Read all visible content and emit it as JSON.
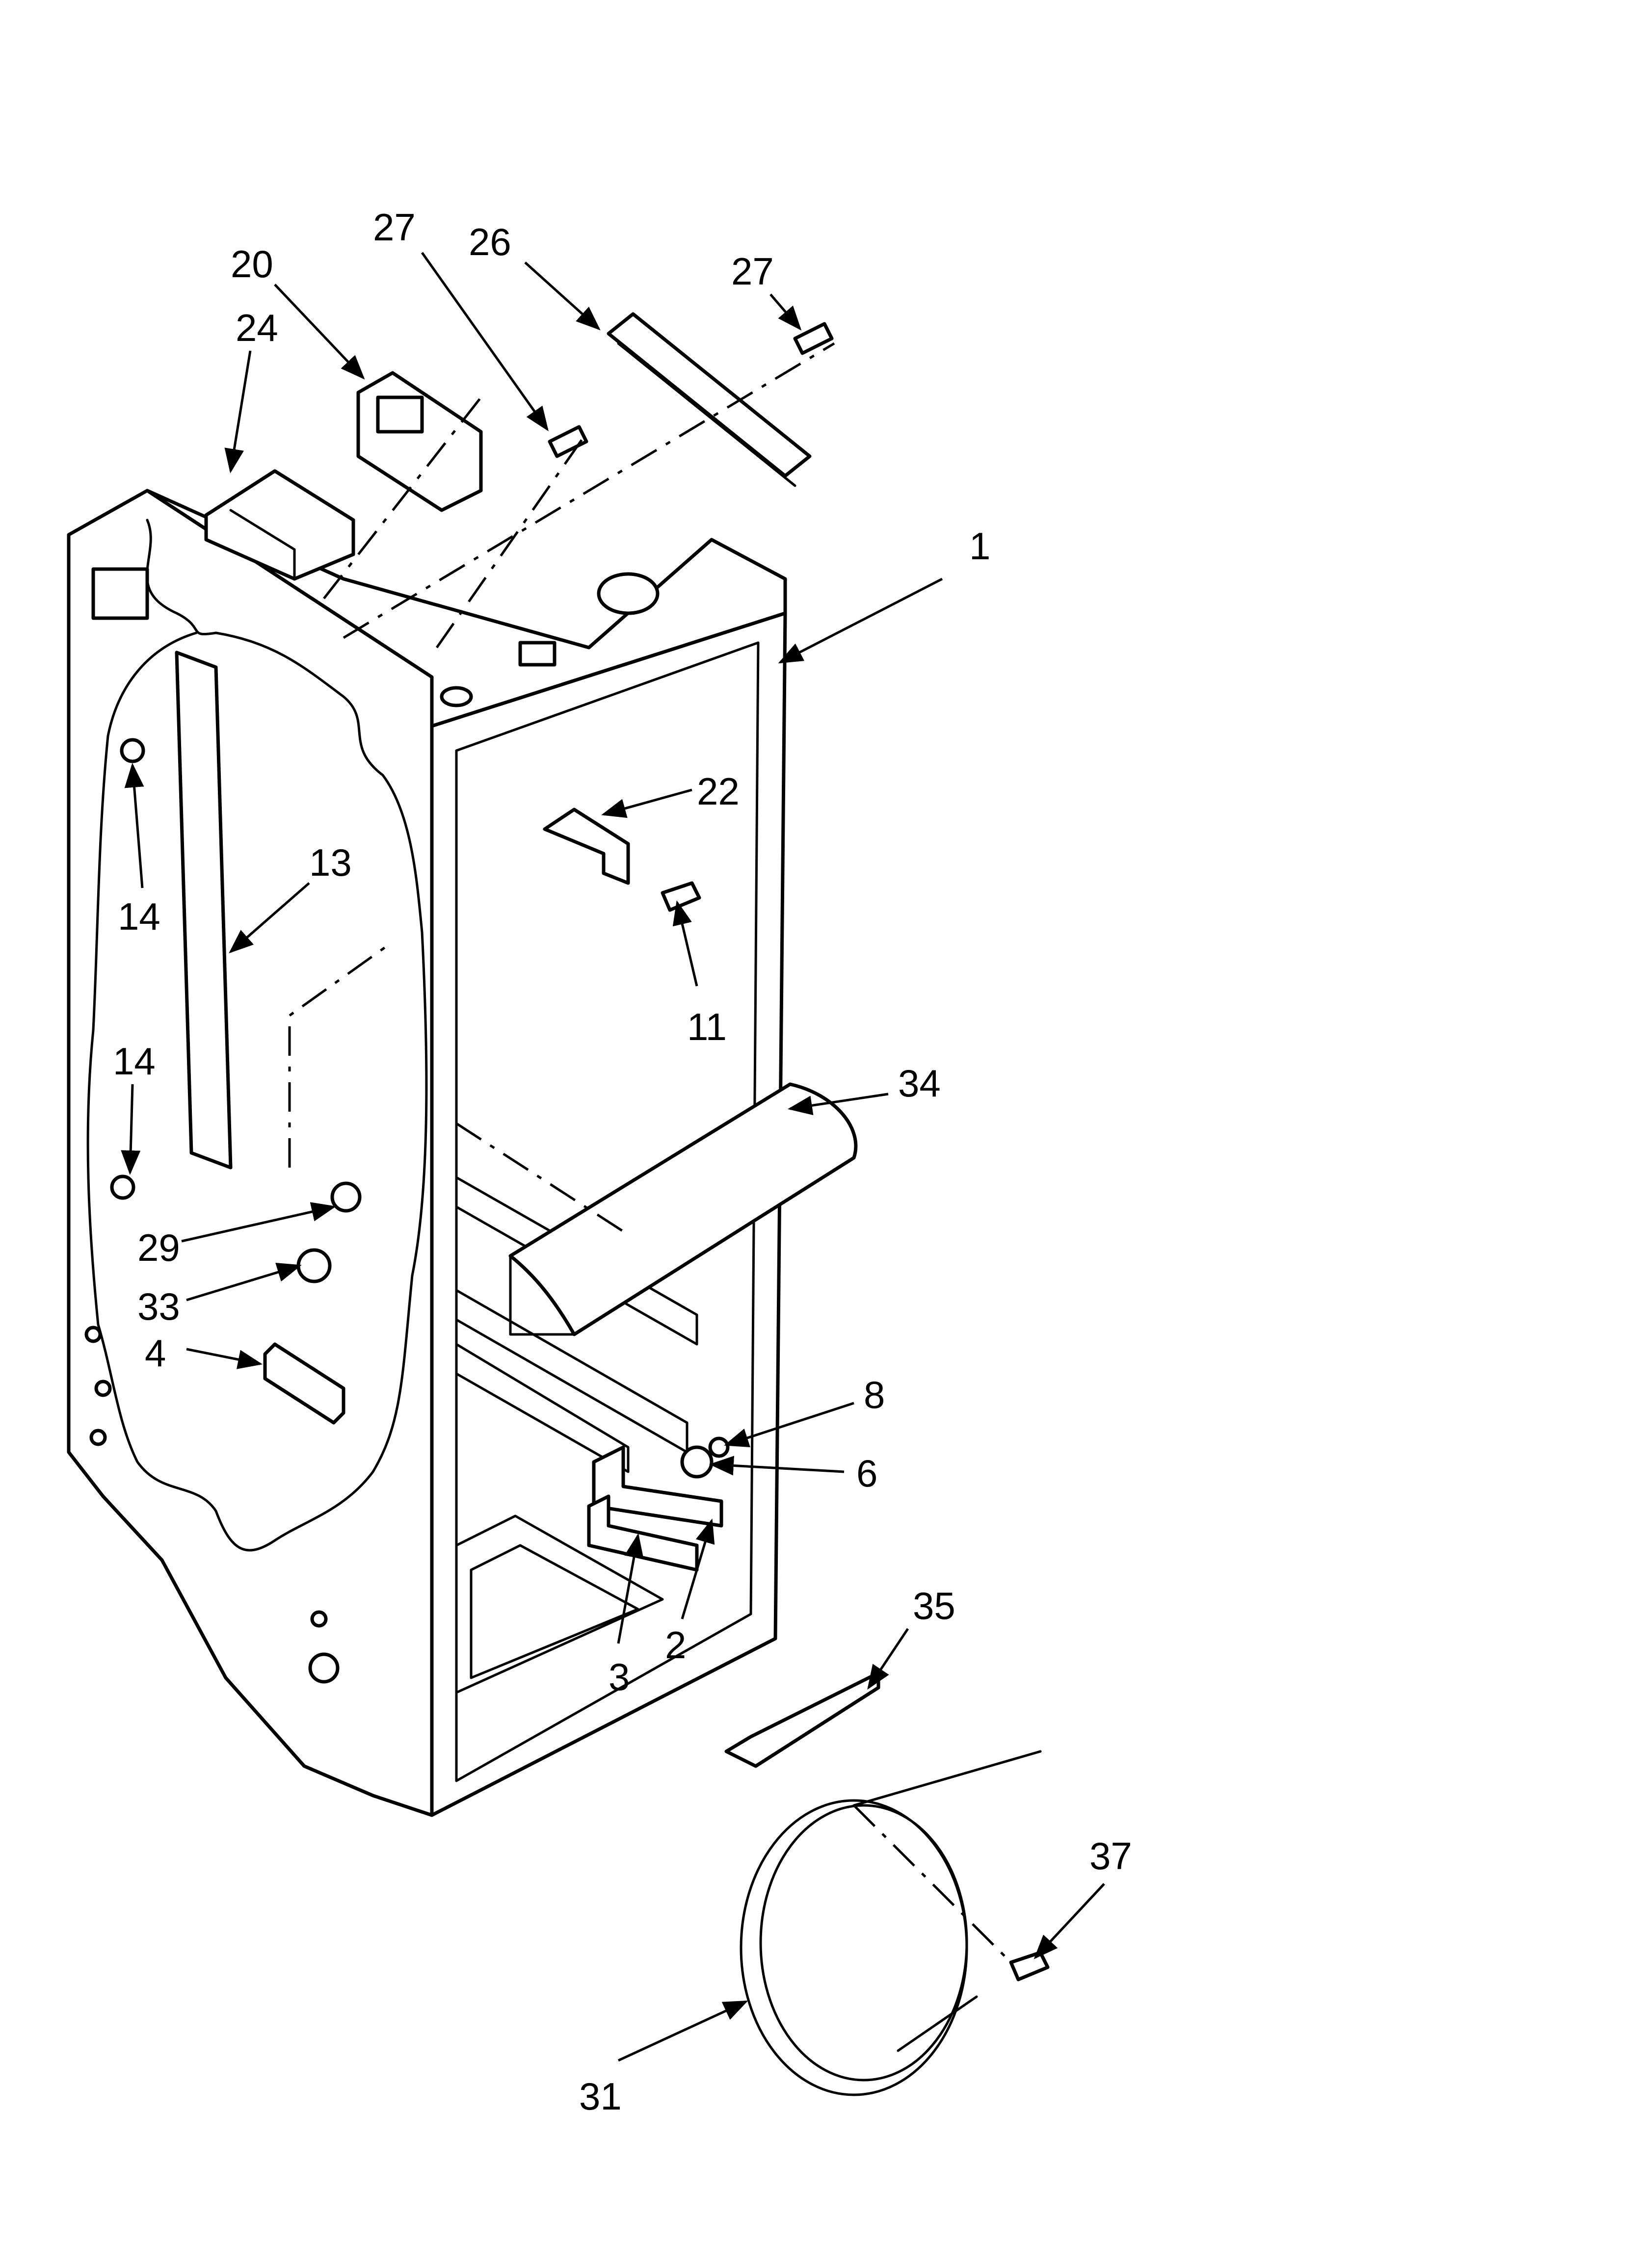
{
  "diagram": {
    "callouts": [
      "27",
      "26",
      "27",
      "20",
      "24",
      "1",
      "22",
      "13",
      "14",
      "11",
      "14",
      "34",
      "29",
      "33",
      "4",
      "8",
      "6",
      "35",
      "3",
      "2",
      "37",
      "31"
    ]
  }
}
